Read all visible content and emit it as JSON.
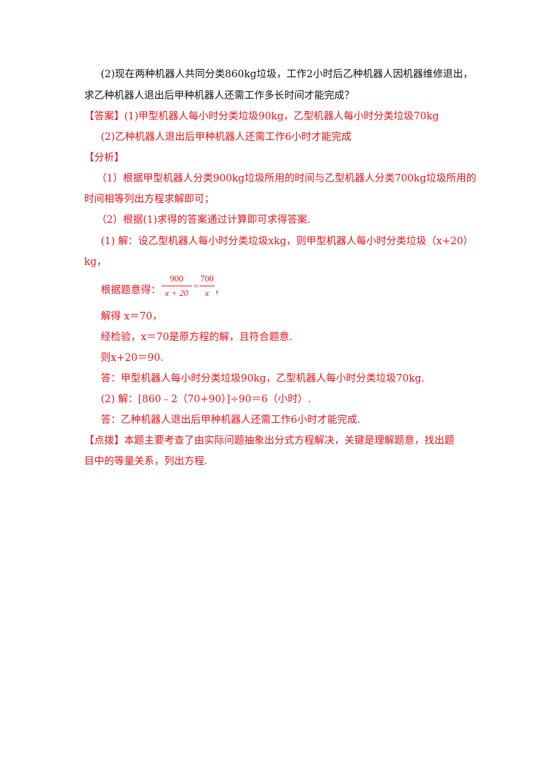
{
  "question": {
    "part2_line1": "(2)现在两种机器人共同分类860kg垃圾，工作2小时后乙种机器人因机器维修退出，",
    "part2_line2": "求乙种机器人退出后甲种机器人还需工作多长时间才能完成？"
  },
  "answer": {
    "tag": "【答案】",
    "part1": "(1)甲型机器人每小时分类垃圾90kg，乙型机器人每小时分类垃圾70kg",
    "part2": "(2)乙种机器人退出后甲种机器人还需工作6小时才能完成"
  },
  "analysis": {
    "tag": "【分析】",
    "point1_line1": "（1）根据甲型机器人分类900kg垃圾所用的时间与乙型机器人分类700kg垃圾所用的",
    "point1_line2": "时间相等列出方程求解即可；",
    "point2": "（2）根据(1)求得的答案通过计算即可求得答案."
  },
  "solution": {
    "s1_line1": "(1) 解：设乙型机器人每小时分类垃圾xkg，则甲型机器人每小时分类垃圾（x+20）",
    "s1_line2": "kg，",
    "equation_label": "根据题意得：",
    "frac1_num": "900",
    "frac1_den": "x + 20",
    "equals": "=",
    "frac2_num": "700",
    "frac2_den": "x",
    "equation_end": "，",
    "solve": "解得 x＝70，",
    "check": "经检验，x＝70是原方程的解，且符合题意.",
    "then": "则x+20＝90.",
    "answer1": "答：甲型机器人每小时分类垃圾90kg，乙型机器人每小时分类垃圾70kg.",
    "s2": "(2) 解：[860﹣2（70+90）]÷90＝6（小时）.",
    "answer2": "答：乙种机器人退出后甲种机器人还需工作6小时才能完成."
  },
  "comment": {
    "line1": "【点拨】本题主要考查了由实际问题抽象出分式方程解决，关键是理解题意，找出题",
    "line2": "目中的等量关系，列出方程."
  }
}
